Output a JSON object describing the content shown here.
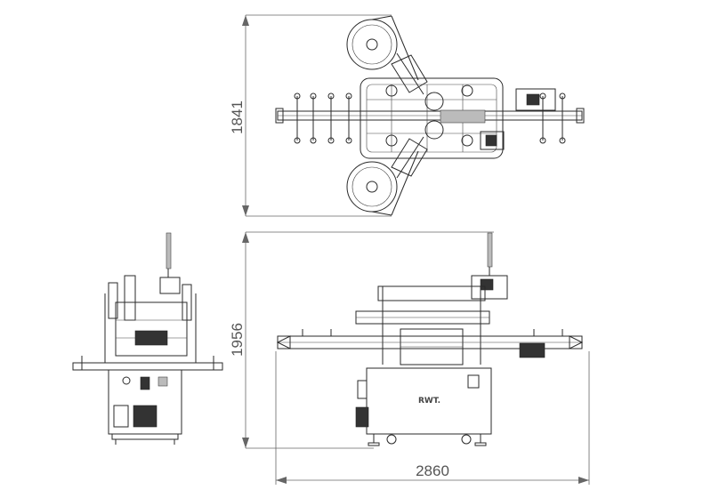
{
  "dimensions": {
    "top_height": "1841",
    "front_height": "1956",
    "front_width": "2860"
  },
  "brand_label": "RWT."
}
